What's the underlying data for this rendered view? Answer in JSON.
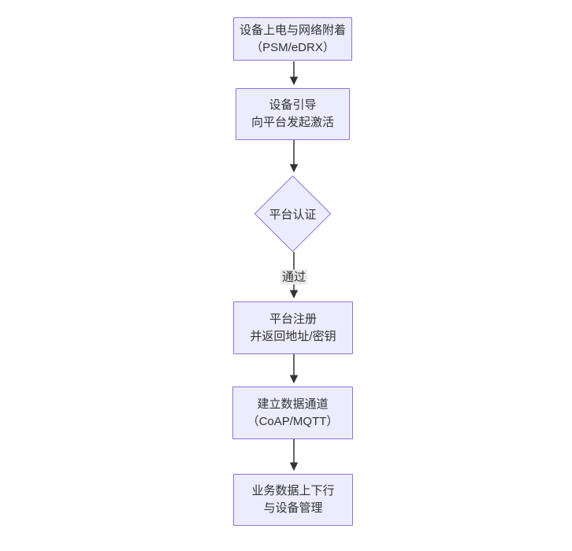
{
  "diagram": {
    "type": "flowchart-top-down",
    "colors": {
      "background": "#ffffff",
      "node_fill": "#ECECFF",
      "node_border": "#9370DB",
      "text": "#333333",
      "arrow": "#333333",
      "edge_label_bg": "#e8e8e8"
    },
    "nodes": [
      {
        "id": "power-on-attach",
        "shape": "rect",
        "lines": [
          "设备上电与网络附着",
          "（PSM/eDRX）"
        ]
      },
      {
        "id": "bootstrap",
        "shape": "rect",
        "lines": [
          "设备引导",
          "向平台发起激活"
        ]
      },
      {
        "id": "platform-auth",
        "shape": "diamond",
        "lines": [
          "平台认证"
        ]
      },
      {
        "id": "platform-register",
        "shape": "rect",
        "lines": [
          "平台注册",
          "并返回地址/密钥"
        ]
      },
      {
        "id": "data-channel",
        "shape": "rect",
        "lines": [
          "建立数据通道",
          "（CoAP/MQTT）"
        ]
      },
      {
        "id": "business-data",
        "shape": "rect",
        "lines": [
          "业务数据上下行",
          "与设备管理"
        ]
      }
    ],
    "edges": [
      {
        "from": "power-on-attach",
        "to": "bootstrap",
        "label": ""
      },
      {
        "from": "bootstrap",
        "to": "platform-auth",
        "label": ""
      },
      {
        "from": "platform-auth",
        "to": "platform-register",
        "label": "通过"
      },
      {
        "from": "platform-register",
        "to": "data-channel",
        "label": ""
      },
      {
        "from": "data-channel",
        "to": "business-data",
        "label": ""
      }
    ],
    "edge_label_pass": "通过"
  }
}
